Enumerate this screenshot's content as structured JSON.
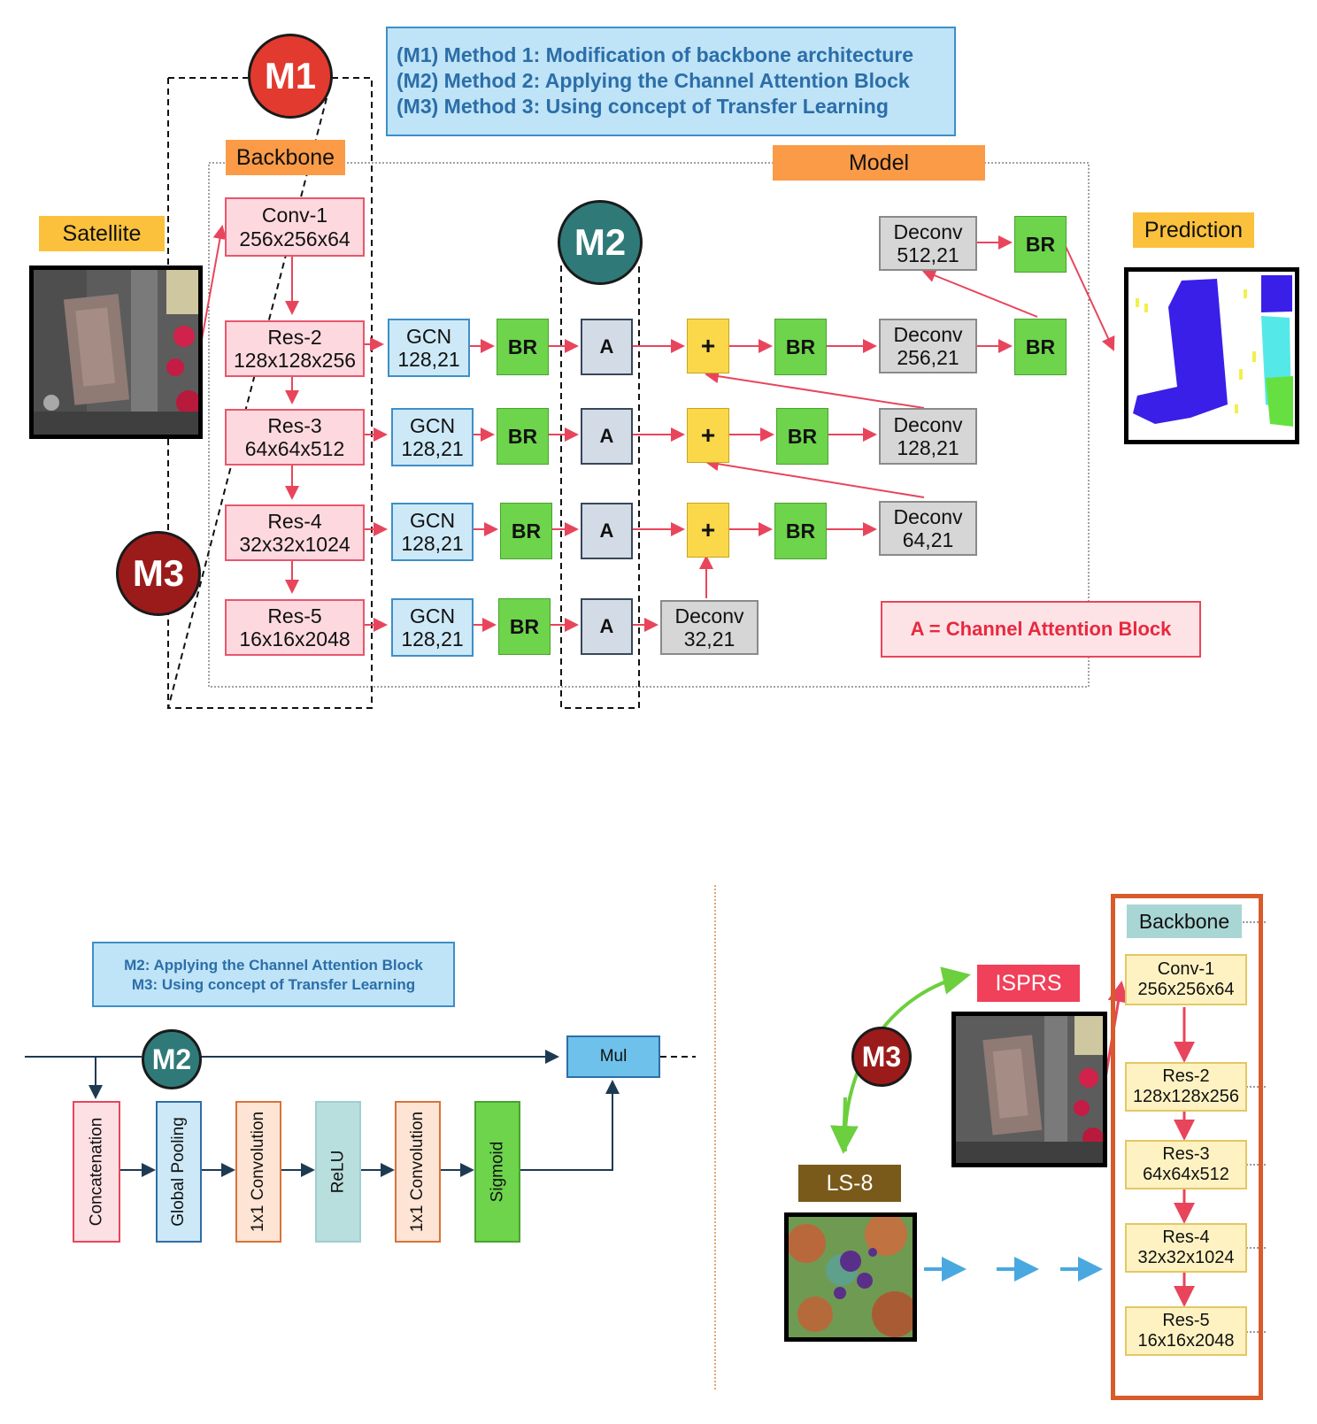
{
  "top": {
    "methods": [
      "(M1) Method 1: Modification of backbone architecture",
      "(M2) Method 2: Applying the Channel Attention Block",
      "(M3) Method 3: Using concept of Transfer Learning"
    ],
    "badges": {
      "m1": "M1",
      "m2": "M2",
      "m3": "M3"
    },
    "labels": {
      "backbone": "Backbone",
      "model": "Model",
      "satellite": "Satellite",
      "prediction": "Prediction"
    },
    "backbone_blocks": [
      {
        "name": "Conv-1",
        "dims": "256x256x64"
      },
      {
        "name": "Res-2",
        "dims": "128x128x256"
      },
      {
        "name": "Res-3",
        "dims": "64x64x512"
      },
      {
        "name": "Res-4",
        "dims": "32x32x1024"
      },
      {
        "name": "Res-5",
        "dims": "16x16x2048"
      }
    ],
    "gcn": {
      "name": "GCN",
      "dims": "128,21"
    },
    "br": "BR",
    "attention": "A",
    "plus": "+",
    "deconv": [
      {
        "name": "Deconv",
        "dims": "512,21"
      },
      {
        "name": "Deconv",
        "dims": "256,21"
      },
      {
        "name": "Deconv",
        "dims": "128,21"
      },
      {
        "name": "Deconv",
        "dims": "64,21"
      },
      {
        "name": "Deconv",
        "dims": "32,21"
      }
    ],
    "legend": "A = Channel Attention Block"
  },
  "bottom_left": {
    "methods": [
      "M2: Applying the Channel Attention Block",
      "M3: Using concept of Transfer Learning"
    ],
    "badge": "M2",
    "blocks": [
      "Concatenation",
      "Global Pooling",
      "1x1 Convolution",
      "ReLU",
      "1x1 Convolution",
      "Sigmoid"
    ],
    "mul": "Mul"
  },
  "bottom_right": {
    "badge": "M3",
    "isprs": "ISPRS",
    "ls8": "LS-8",
    "backbone": "Backbone",
    "blocks": [
      {
        "name": "Conv-1",
        "dims": "256x256x64"
      },
      {
        "name": "Res-2",
        "dims": "128x128x256"
      },
      {
        "name": "Res-3",
        "dims": "64x64x512"
      },
      {
        "name": "Res-4",
        "dims": "32x32x1024"
      },
      {
        "name": "Res-5",
        "dims": "16x16x2048"
      }
    ]
  },
  "colors": {
    "red_arrow": "#e8455c",
    "m1": "#e23a2e",
    "m2": "#2f7a78",
    "m3": "#9b1b1b",
    "orange_label": "#fb9b47",
    "yellow_label": "#fbc13d",
    "isprs": "#f0405a",
    "ls8": "#7a5a1b",
    "backbone_frame": "#d95a2a",
    "flow_dark": "#1e3a52"
  }
}
